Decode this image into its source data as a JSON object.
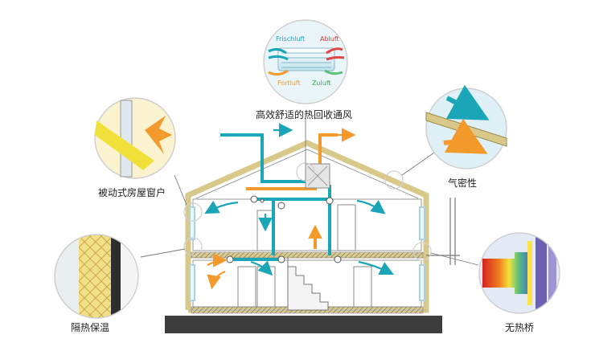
{
  "labels": {
    "heat_recovery": "高效舒适的热回收通风",
    "passive_window": "被动式房屋窗户",
    "airtightness": "气密性",
    "insulation": "隔热保温",
    "no_thermal_bridge": "无热桥"
  },
  "hrv_unit": {
    "frischluft": "Frischluft",
    "abluft": "Abluft",
    "fortluft": "Fortluft",
    "zuluft": "Zuluft"
  },
  "colors": {
    "supply_air": "#1aa6b7",
    "exhaust_air": "#f29b2c",
    "timber_frame": "#d8c98a",
    "ground": "#3d3d3d",
    "insulation_yellow": "#e8d87a",
    "window_frame": "#a9d3e3",
    "text": "#222222"
  },
  "icons": {
    "hrv": "heat-recovery-unit-icon",
    "window": "window-section-icon",
    "airtight": "airtight-layer-icon",
    "insulation": "insulation-layer-icon",
    "thermal": "thermal-bridge-icon"
  }
}
